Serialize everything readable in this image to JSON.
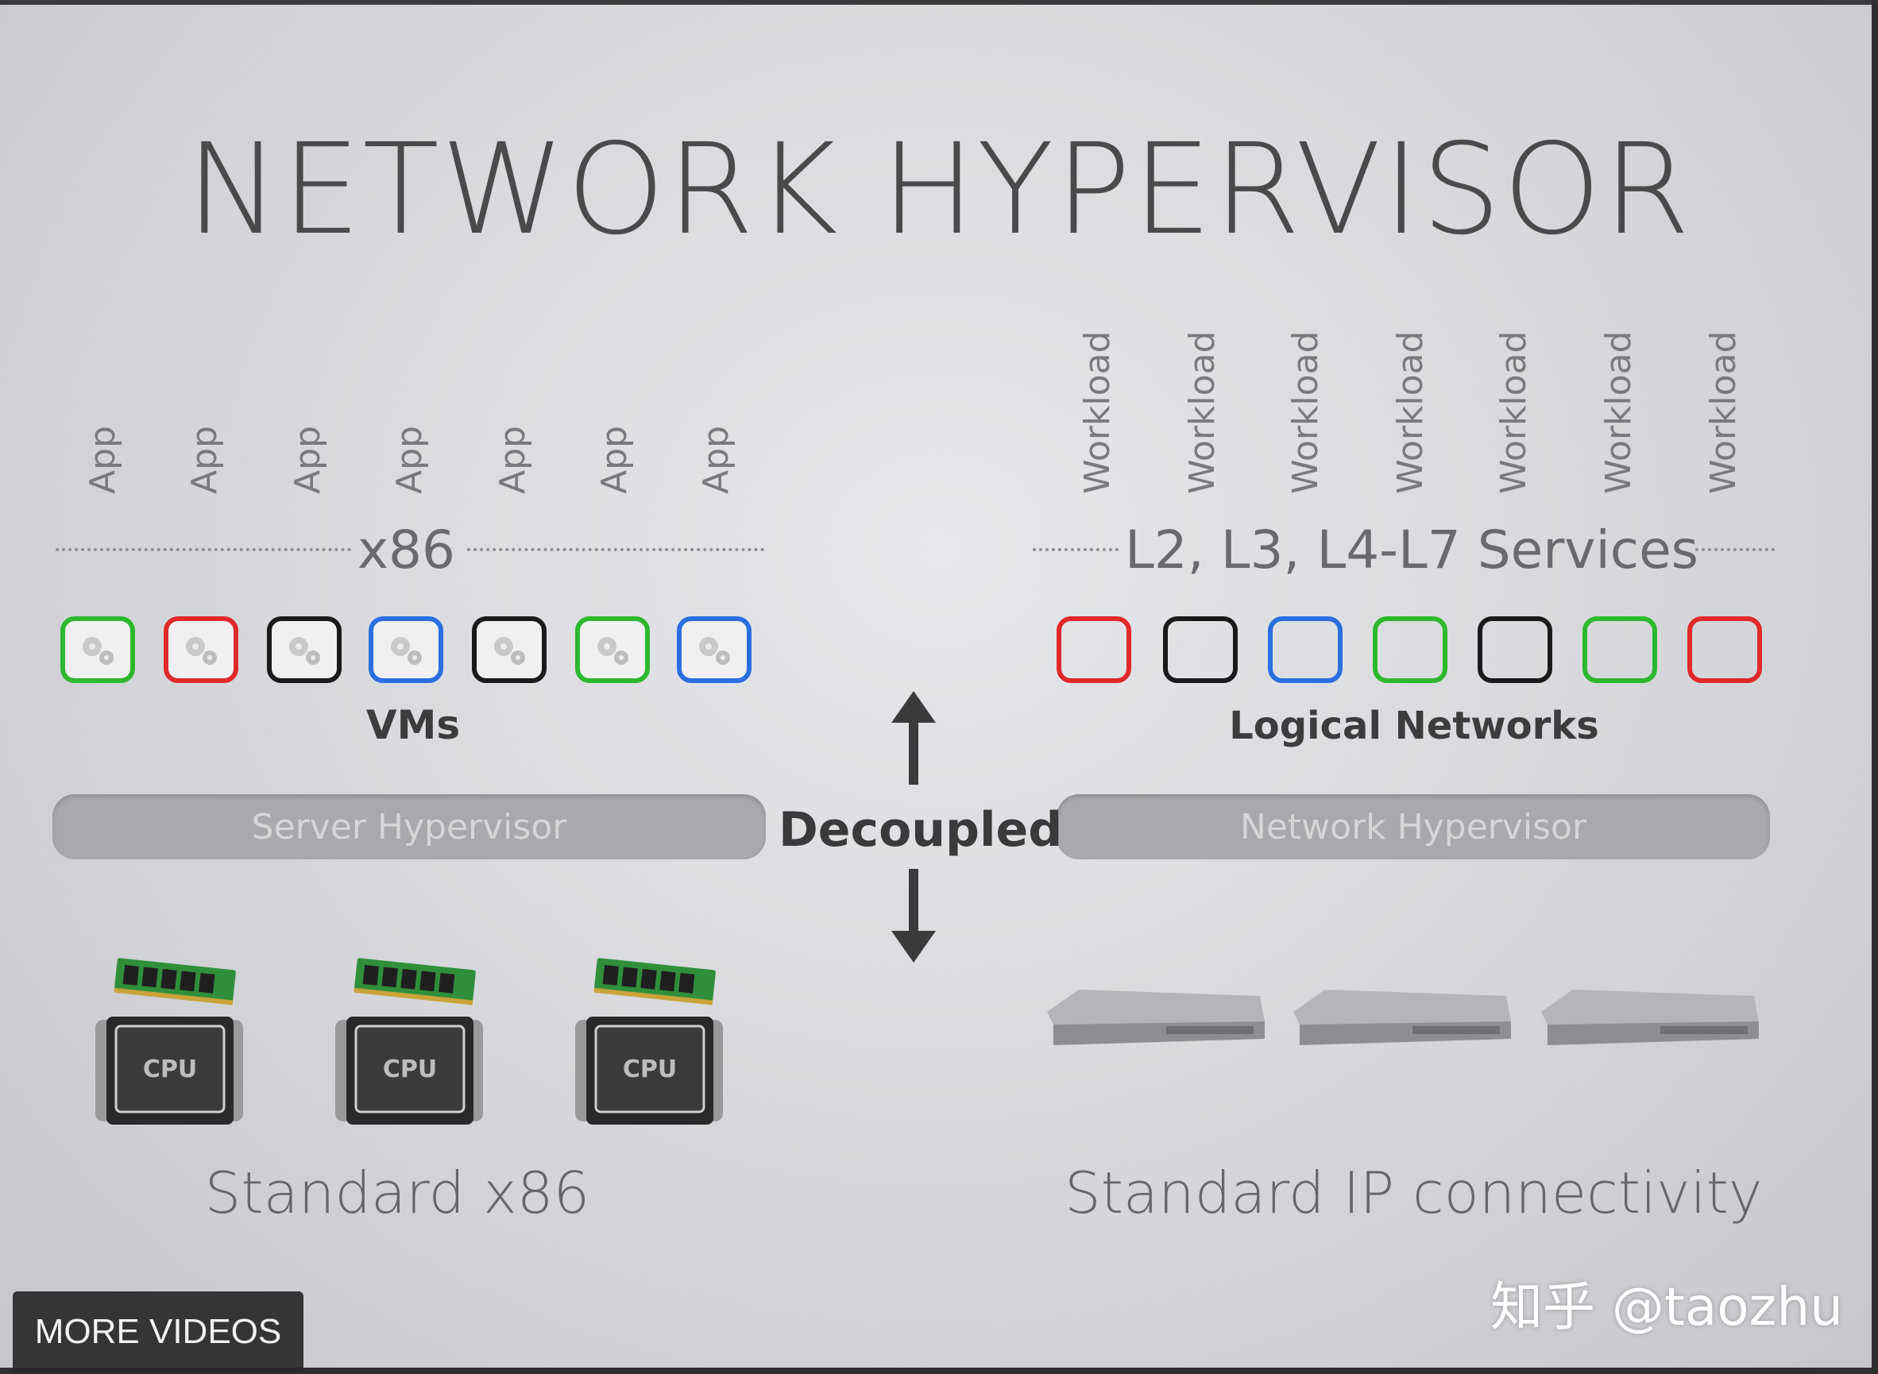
{
  "title": "NETWORK HYPERVISOR",
  "left": {
    "column_labels": [
      "App",
      "App",
      "App",
      "App",
      "App",
      "App",
      "App"
    ],
    "section_label": "x86",
    "boxes": [
      {
        "color": "#2db82d"
      },
      {
        "color": "#e02a2a"
      },
      {
        "color": "#1a1a1a"
      },
      {
        "color": "#2a6fe0"
      },
      {
        "color": "#1a1a1a"
      },
      {
        "color": "#2db82d"
      },
      {
        "color": "#2a6fe0"
      }
    ],
    "group_label": "VMs",
    "bar_label": "Server Hypervisor",
    "bottom_label": "Standard x86",
    "chip_label": "CPU"
  },
  "center": {
    "label": "Decoupled"
  },
  "right": {
    "column_labels": [
      "Workload",
      "Workload",
      "Workload",
      "Workload",
      "Workload",
      "Workload",
      "Workload"
    ],
    "section_label": "L2, L3, L4-L7 Services",
    "boxes": [
      {
        "color": "#e02a2a"
      },
      {
        "color": "#1a1a1a"
      },
      {
        "color": "#2a6fe0"
      },
      {
        "color": "#2db82d"
      },
      {
        "color": "#1a1a1a"
      },
      {
        "color": "#2db82d"
      },
      {
        "color": "#e02a2a"
      }
    ],
    "group_label": "Logical Networks",
    "bar_label": "Network Hypervisor",
    "bottom_label": "Standard IP connectivity"
  },
  "overlay": {
    "more_videos": "MORE VIDEOS",
    "watermark": "知乎 @taozhu"
  }
}
